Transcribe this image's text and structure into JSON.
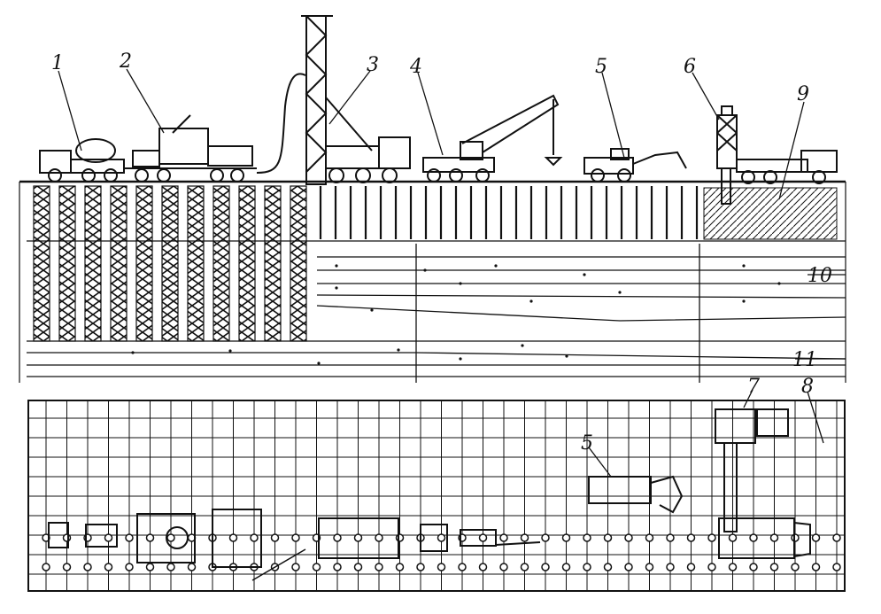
{
  "callouts": {
    "n1": "1",
    "n2": "2",
    "n3": "3",
    "n4": "4",
    "n5": "5",
    "n6": "6",
    "n7": "7",
    "n8": "8",
    "n9": "9",
    "n10": "10",
    "n11": "11",
    "n5_plan": "5"
  }
}
